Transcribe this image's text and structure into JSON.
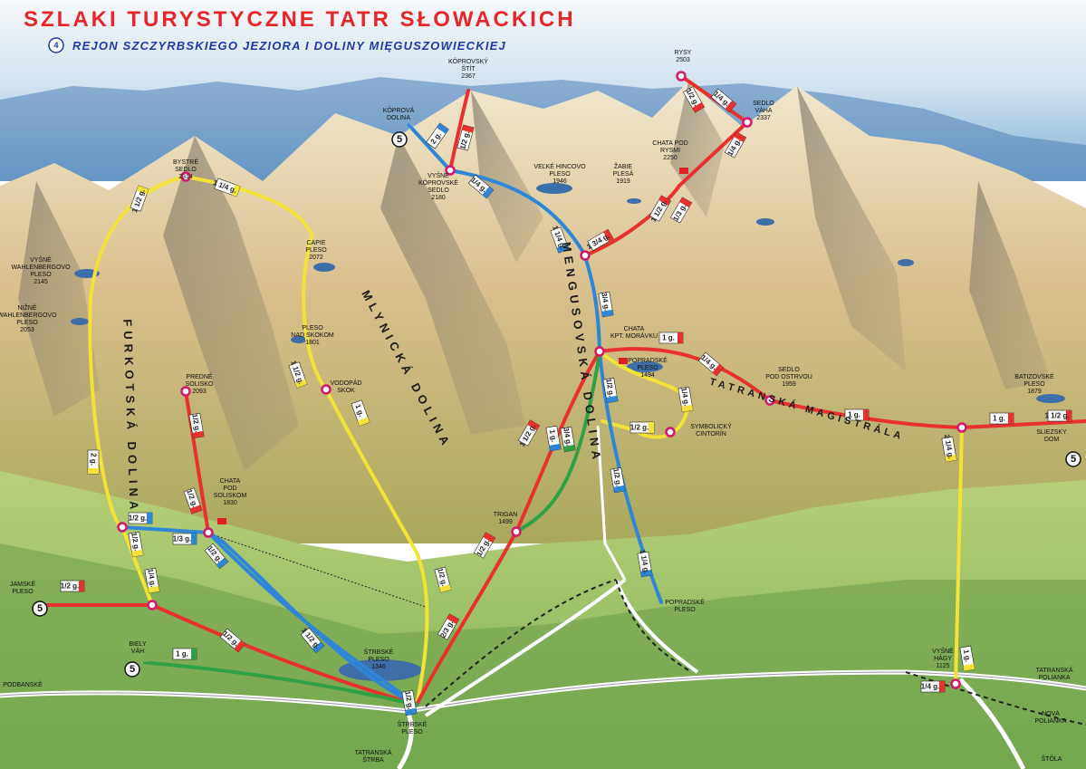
{
  "header": {
    "title": "SZLAKI TURYSTYCZNE TATR SŁOWACKICH",
    "region_number": "4",
    "subtitle": "REJON SZCZYRBSKIEGO JEZIORA I DOLINY MIĘGUSZOWIECKIEJ"
  },
  "colors": {
    "red_trail": "#e8302c",
    "blue_trail": "#2f86d6",
    "yellow_trail": "#f2e23a",
    "green_trail": "#2fa043",
    "junction": "#d2186a",
    "title": "#e8262a",
    "subtitle": "#1c3aa8"
  },
  "valleys": {
    "furkotska": "FURKOTSKÁ DOLINA",
    "mlynicka": "MLYNICKÁ DOLINA",
    "mengusovska": "MENGUSOVSKÁ DOLINA",
    "magistrala": "TATRANSKÁ MAGISTRÁLA"
  },
  "places": {
    "koprovsky_stit": [
      "KÔPROVSKÝ",
      "ŠTÍT",
      "2367"
    ],
    "rysy": [
      "RYSY",
      "2503"
    ],
    "sedlo_vaha": [
      "SEDLO",
      "VÁHA",
      "2337"
    ],
    "chata_pod_rysmi": [
      "CHATA POD",
      "RYSMI",
      "2250"
    ],
    "zabie_plesa": [
      "ŽABIE",
      "PLESÁ",
      "1919"
    ],
    "velke_hincovo": [
      "VEĽKÉ HINCOVO",
      "PLESO",
      "1946"
    ],
    "koprovske_sedlo": [
      "VYŠNÉ",
      "KÔPROVSKÉ",
      "SEDLO",
      "2180"
    ],
    "koprova_dolina": [
      "KÔPROVÁ",
      "DOLINA"
    ],
    "bystre_sedlo": [
      "BYSTRÉ",
      "SEDLO",
      "2314"
    ],
    "capie_pleso": [
      "CAPIE",
      "PLESO",
      "2072"
    ],
    "vysne_wahl": [
      "VYŠNÉ",
      "WAHLENBERGOVO",
      "PLESO",
      "2145"
    ],
    "nizne_wahl": [
      "NIŽNÉ",
      "WAHLENBERGOVO",
      "PLESO",
      "2053"
    ],
    "pleso_nad_skokom": [
      "PLESO",
      "NAD SKOKOM",
      "1801"
    ],
    "vodopad_skok": [
      "VODOPÁD",
      "SKOK"
    ],
    "predne_solisko": [
      "PREDNÉ",
      "SOLISKO",
      "2093"
    ],
    "chata_pod_soliskom": [
      "CHATA",
      "POD",
      "SOLISKOM",
      "1830"
    ],
    "chata_moravku": [
      "CHATA",
      "KPT. MORÁVKU"
    ],
    "popradske_pleso_lake": [
      "POPRADSKÉ",
      "PLESO",
      "1494"
    ],
    "symbolicky_cintorin": [
      "SYMBOLICKÝ",
      "CINTORÍN"
    ],
    "sedlo_pod_ostrvou": [
      "SEDLO",
      "POD OSTRVOU",
      "1959"
    ],
    "batizovske_pleso": [
      "BATIZOVSKÉ",
      "PLESO",
      "1879"
    ],
    "sliezsky_dom": [
      "SLIEZSKY",
      "DOM"
    ],
    "trigan": [
      "TRIGAN",
      "1499"
    ],
    "popradske_pleso_stop": [
      "POPRADSKÉ",
      "PLESO"
    ],
    "jamske_pleso": [
      "JAMSKÉ",
      "PLESO"
    ],
    "biely_vah": [
      "BIELY",
      "VÁH"
    ],
    "strbske_pleso_lake": [
      "ŠTRBSKÉ",
      "PLESO",
      "1346"
    ],
    "strbske_pleso_town": [
      "ŠTRBSKÉ",
      "PLESO"
    ],
    "vysne_hagy": [
      "VYŠNÉ",
      "HÁGY",
      "1125"
    ],
    "podbanske": [
      "PODBANSKÉ"
    ],
    "tatranska_strba": [
      "TATRANSKÁ",
      "ŠTRBA"
    ],
    "tatranska_polianka": [
      "TATRANSKÁ",
      "POLIANKA"
    ],
    "nova_polianka": [
      "NOVÁ",
      "POLIANKA"
    ],
    "stola": [
      "ŠTÔLA"
    ]
  },
  "region_markers": [
    "5",
    "5",
    "5",
    "5",
    "3"
  ],
  "trail_times": [
    "2 g.",
    "1/2 g.",
    "1/4 g.",
    "1 1/4 g.",
    "1 3/4 g.",
    "1/2 g.",
    "1/4 g.",
    "1/3 g.",
    "1 1/2 g.",
    "1/4 g.",
    "1 1/2 g.",
    "1 1/4 g.",
    "1 1/2 g.",
    "1 g.",
    "1/2 g.",
    "1/2 g.",
    "2 g.",
    "1/2 g.",
    "1/3 g.",
    "1/2 g.",
    "1/4 g.",
    "1/2 g.",
    "1/2 g.",
    "3/4 g.",
    "1/2 g.",
    "1 1/2 g.",
    "1 g.",
    "1/2 g.",
    "2/3 g.",
    "1/2 g.",
    "1/2 g.",
    "1 g.",
    "1 1/2 g.",
    "3/4 g.",
    "1/2 g.",
    "1/2 g.",
    "1 1/4 g.",
    "1 g.",
    "1/2 g.",
    "1/4 g.",
    "1/4 g.",
    "1 g.",
    "1 g.",
    "1 1/2 g.",
    "2 1/4 g.",
    "1 g.",
    "1/4 g."
  ]
}
